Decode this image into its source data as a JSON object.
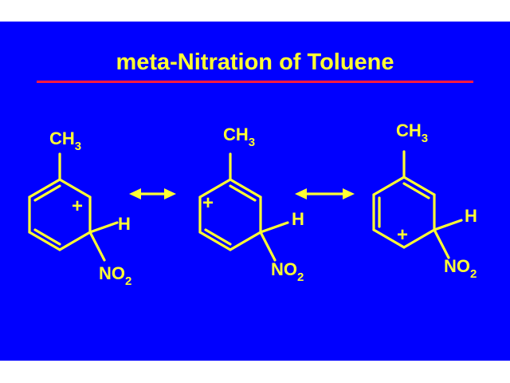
{
  "title": "meta-Nitration of Toluene",
  "colors": {
    "background": "#0000ff",
    "text": "#ffff33",
    "rule": "#ff1a40",
    "page": "#ffffff"
  },
  "structures": [
    {
      "methyl_base": "CH",
      "methyl_sub": "3",
      "hydrogen": "H",
      "nitro_base": "NO",
      "nitro_sub": "2",
      "charge": "+"
    },
    {
      "methyl_base": "CH",
      "methyl_sub": "3",
      "hydrogen": "H",
      "nitro_base": "NO",
      "nitro_sub": "2",
      "charge": "+"
    },
    {
      "methyl_base": "CH",
      "methyl_sub": "3",
      "hydrogen": "H",
      "nitro_base": "NO",
      "nitro_sub": "2",
      "charge": "+"
    }
  ],
  "resonance_arrows": [
    "double-headed-arrow",
    "double-headed-arrow"
  ]
}
